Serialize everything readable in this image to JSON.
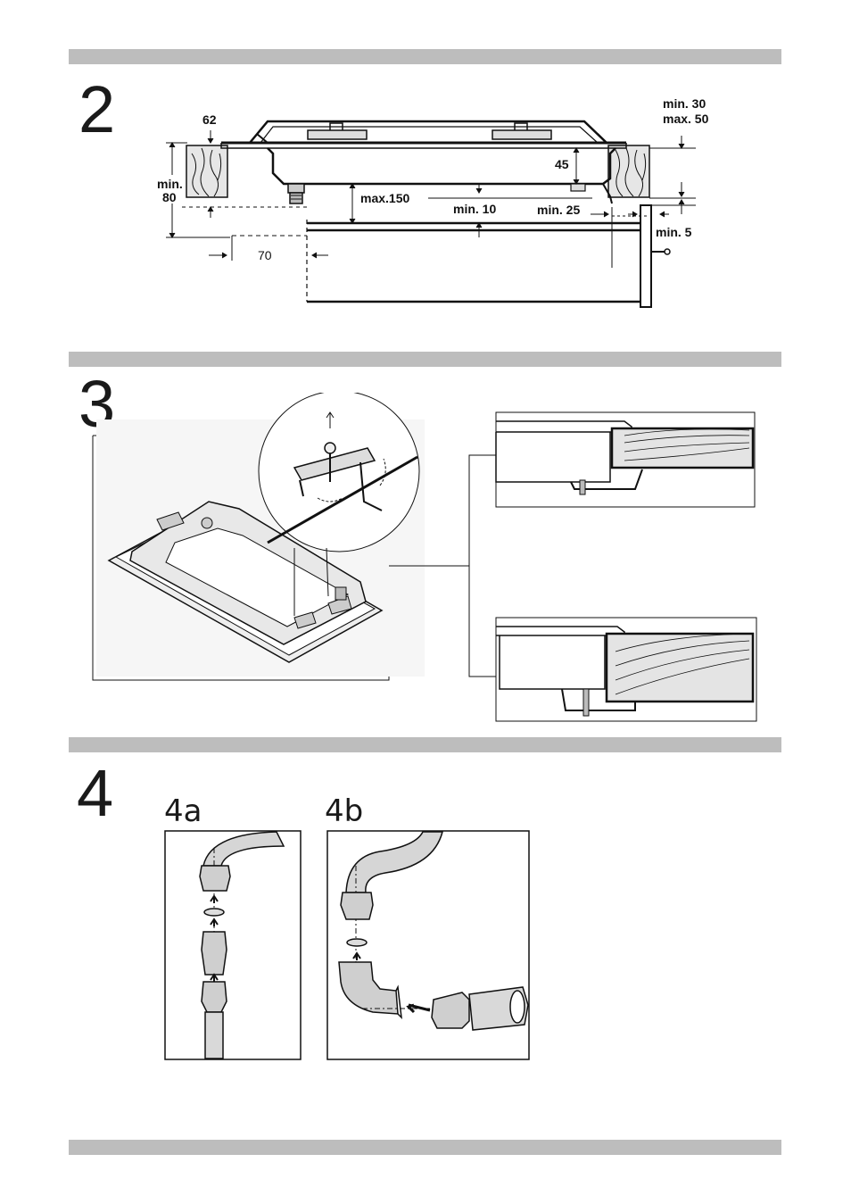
{
  "steps": {
    "s2": {
      "number": "2"
    },
    "s3": {
      "number": "3"
    },
    "s4": {
      "number": "4",
      "sub_a": "4a",
      "sub_b": "4b"
    }
  },
  "fig2_labels": {
    "d62": "62",
    "min80_a": "min.",
    "min80_b": "80",
    "d70": "70",
    "max150": "max.150",
    "min10": "min. 10",
    "min25": "min. 25",
    "d45": "45",
    "min30": "min. 30",
    "max50": "max. 50",
    "min5": "min. 5"
  },
  "colors": {
    "bar": "#bdbdbd",
    "ink": "#111111",
    "wood": "#e6e6e6",
    "metal": "#cfcfcf"
  }
}
